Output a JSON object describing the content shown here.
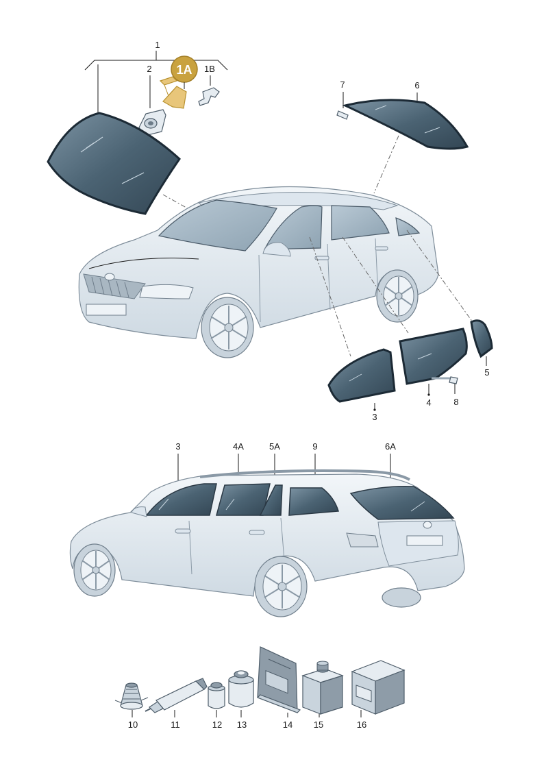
{
  "callouts": {
    "c1": "1",
    "c1A": "1A",
    "c1B": "1B",
    "c2": "2",
    "c3_top": "3",
    "c4": "4",
    "c5": "5",
    "c6": "6",
    "c7": "7",
    "c8": "8",
    "c3_bottom": "3",
    "c4A": "4A",
    "c5A": "5A",
    "c9": "9",
    "c6A": "6A",
    "c10": "10",
    "c11": "11",
    "c12": "12",
    "c13": "13",
    "c14": "14",
    "c15": "15",
    "c16": "16"
  },
  "colors": {
    "badge": "#c9a23f",
    "glass": "#3f5564",
    "body": "#e3eaf0"
  }
}
